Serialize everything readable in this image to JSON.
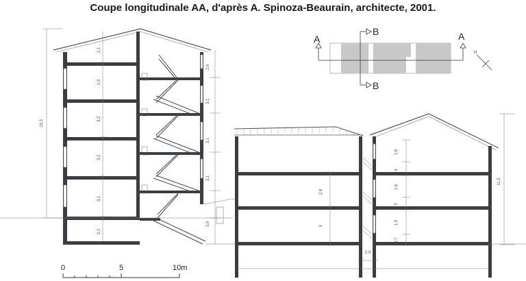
{
  "title": "Coupe longitudinale AA, d'après A. Spinoza-Beaurain, architecte, 2001.",
  "colors": {
    "structure": "#3a3d42",
    "line": "#555555",
    "plan_fill": "#c8c8c8"
  },
  "left_section": {
    "overall_height": "16,3",
    "floor_heights": [
      "2,1",
      "2,9",
      "3,2",
      "3,2",
      "3,1",
      "2,2"
    ],
    "stair_heights": [
      "2,6",
      "3,1",
      "3,1",
      "3,1",
      "3,9"
    ]
  },
  "right_section": {
    "left_heights": [
      "2,8",
      "3"
    ],
    "center_heights": [
      "1,6",
      "4",
      "1,6",
      "3",
      "1,9",
      "0,7"
    ],
    "overall_height": "11,5",
    "gap_width": "0,9"
  },
  "key_plan": {
    "section_a": "A",
    "section_b": "B",
    "north": "N"
  },
  "scale_bar": {
    "labels": [
      "0",
      "5",
      "10m"
    ]
  }
}
